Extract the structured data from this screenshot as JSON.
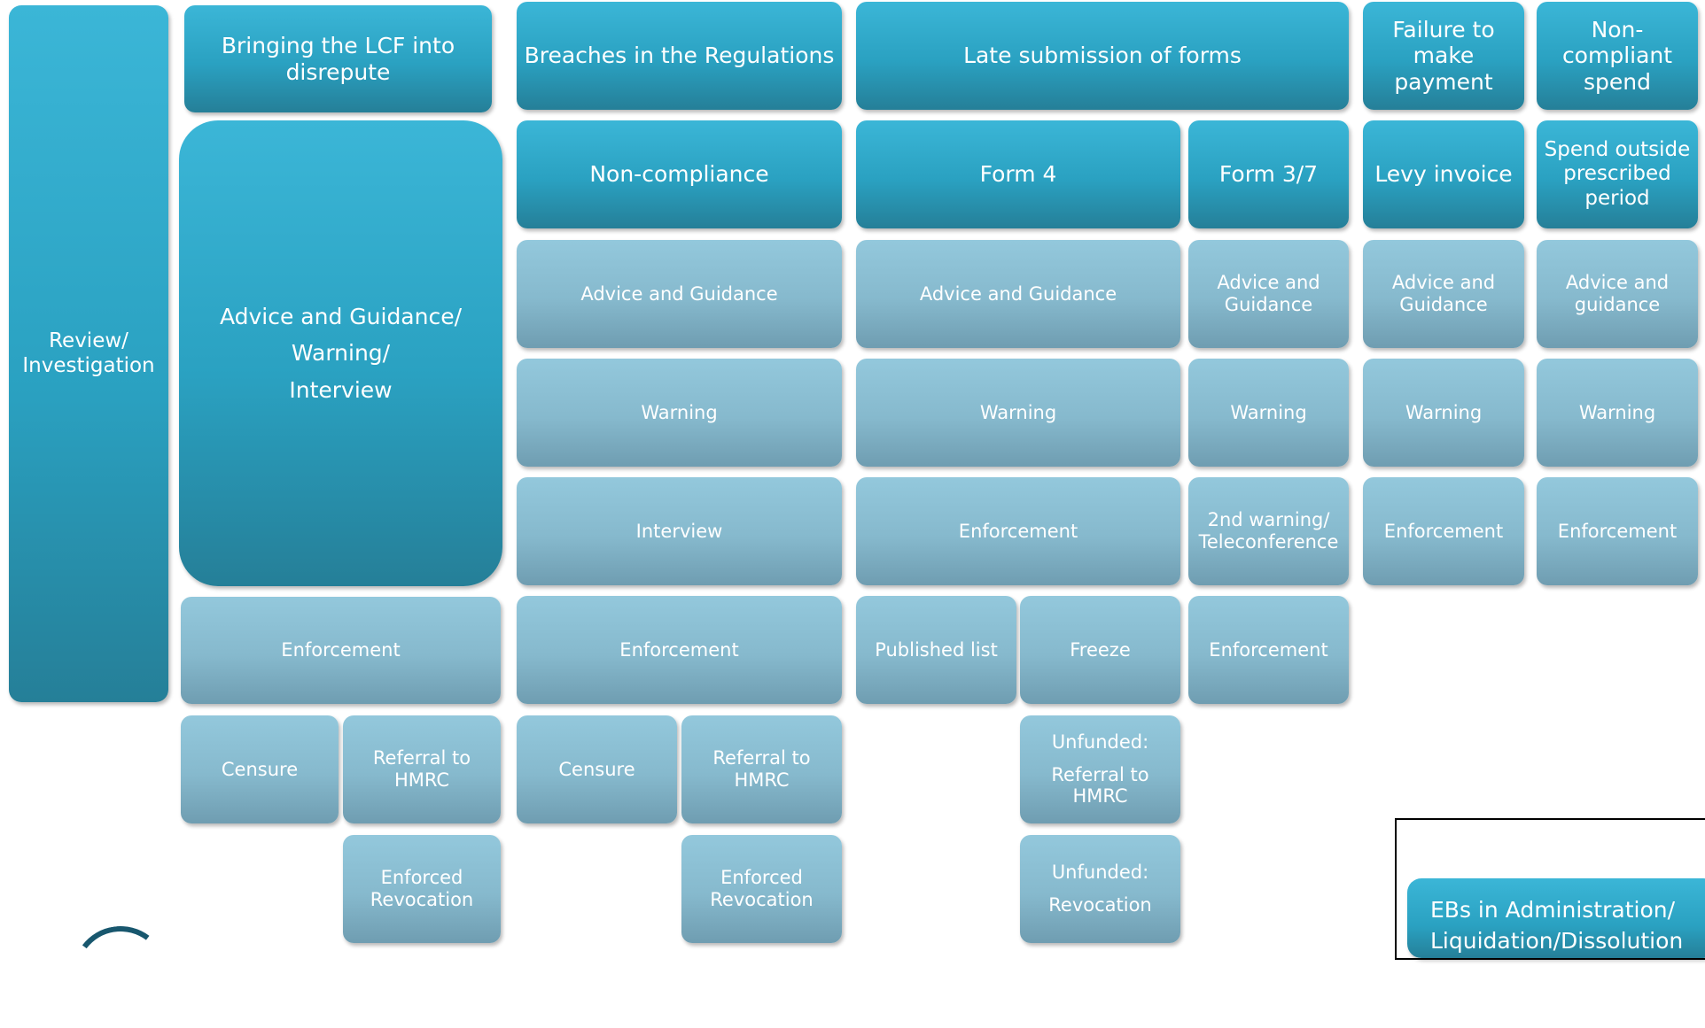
{
  "colors": {
    "dark_box": "#2aa1c1",
    "light_box": "#86b9cd",
    "text": "#ffffff"
  },
  "side_label": [
    "Review/",
    "Investigation"
  ],
  "headers": {
    "lcf": "Bringing the LCF into disrepute",
    "breaches": "Breaches in the Regulations",
    "late": "Late submission of forms",
    "payment": "Failure to make payment",
    "spend": "Non-compliant spend"
  },
  "subheaders": {
    "noncompliance": "Non-compliance",
    "form4": "Form 4",
    "form37": "Form 3/7",
    "levy": "Levy invoice",
    "outside": "Spend outside prescribed period"
  },
  "lcf_column": {
    "combined": [
      "Advice and Guidance/",
      "Warning/",
      "Interview"
    ],
    "enforcement": "Enforcement",
    "censure": "Censure",
    "referral": "Referral to HMRC",
    "revocation": "Enforced Revocation"
  },
  "breaches_column": {
    "advice": "Advice and Guidance",
    "warning": "Warning",
    "interview": "Interview",
    "enforcement": "Enforcement",
    "censure": "Censure",
    "referral": "Referral to HMRC",
    "revocation": "Enforced Revocation"
  },
  "form4_column": {
    "advice": "Advice and Guidance",
    "warning": "Warning",
    "enforcement": "Enforcement",
    "published": "Published list",
    "freeze": "Freeze",
    "unfunded_referral": [
      "Unfunded:",
      "Referral to HMRC"
    ],
    "unfunded_revocation": [
      "Unfunded:",
      "Revocation"
    ]
  },
  "form37_column": {
    "advice": "Advice and Guidance",
    "warning": "Warning",
    "second_warning": "2nd warning/ Teleconference",
    "enforcement": "Enforcement"
  },
  "levy_column": {
    "advice": "Advice and Guidance",
    "warning": "Warning",
    "enforcement": "Enforcement"
  },
  "spend_column": {
    "advice": "Advice and guidance",
    "warning": "Warning",
    "enforcement": "Enforcement"
  },
  "eb_box": [
    "EBs in Administration/",
    "Liquidation/Dissolution"
  ]
}
